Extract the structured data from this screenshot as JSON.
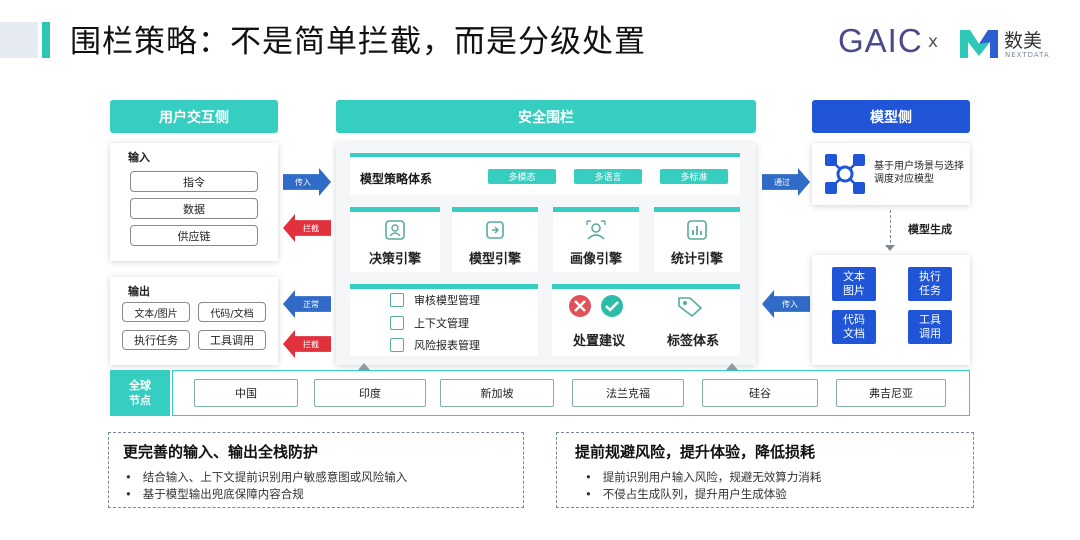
{
  "title": "围栏策略：不是简单拦截，而是分级处置",
  "logos": {
    "gaic": "GAIC",
    "x": "x",
    "brand": "数美",
    "brand_sub": "NEXTDATA"
  },
  "colors": {
    "teal": "#36cec0",
    "blue": "#1f55d6",
    "red": "#e0313d"
  },
  "user_side": {
    "header": "用户交互侧",
    "input_label": "输入",
    "inputs": [
      "指令",
      "数据",
      "供应链"
    ],
    "output_label": "输出",
    "outputs": [
      "文本/图片",
      "代码/文档",
      "执行任务",
      "工具调用"
    ]
  },
  "arrows": {
    "pass_in": "传入",
    "block": "拦截",
    "normal": "正常",
    "intercept": "拦截",
    "pass_through": "通过",
    "pass_in_right": "传入"
  },
  "guard": {
    "header": "安全围栏",
    "system_title": "模型策略体系",
    "tags": [
      "多模态",
      "多语言",
      "多标准"
    ],
    "engines": [
      "决策引擎",
      "模型引擎",
      "画像引擎",
      "统计引擎"
    ],
    "list": [
      "审核模型管理",
      "上下文管理",
      "风险报表管理"
    ],
    "disposal": "处置建议",
    "label_system": "标签体系"
  },
  "model_side": {
    "header": "模型侧",
    "desc": "基于用户场景与选择调度对应模型",
    "gen_label": "模型生成",
    "gen_items": [
      "文本\n图片",
      "执行\n任务",
      "代码\n文档",
      "工具\n调用"
    ]
  },
  "nodes": {
    "label": "全球\n节点",
    "list": [
      "中国",
      "印度",
      "新加坡",
      "法兰克福",
      "硅谷",
      "弗吉尼亚"
    ]
  },
  "bottom_left": {
    "title": "更完善的输入、输出全栈防护",
    "bullets": [
      "结合输入、上下文提前识别用户敏感意图或风险输入",
      "基于模型输出兜底保障内容合规"
    ]
  },
  "bottom_right": {
    "title": "提前规避风险，提升体验，降低损耗",
    "bullets": [
      "提前识别用户输入风险，规避无效算力消耗",
      "不侵占生成队列，提升用户生成体验"
    ]
  }
}
